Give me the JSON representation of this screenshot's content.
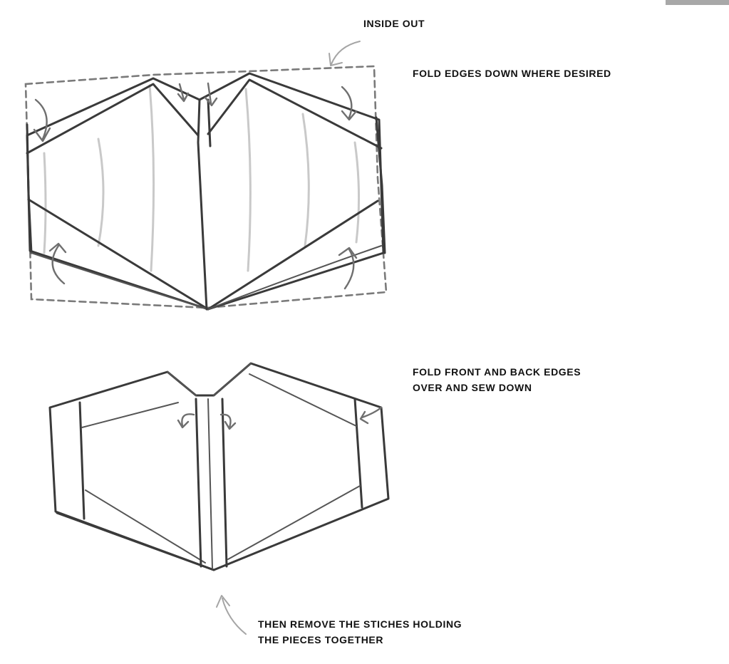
{
  "steps": {
    "inside_out": "INSIDE OUT",
    "fold_edges": "FOLD EDGES DOWN WHERE DESIRED",
    "fold_front_back": [
      "FOLD FRONT AND BACK EDGES",
      "OVER AND SEW DOWN"
    ],
    "remove_stitches": [
      "THEN REMOVE THE STICHES HOLDING",
      "THE PIECES TOGETHER"
    ]
  },
  "colors": {
    "pencil": "#3a3a3a",
    "light_pencil": "#c9c9c9",
    "background": "#ffffff"
  }
}
